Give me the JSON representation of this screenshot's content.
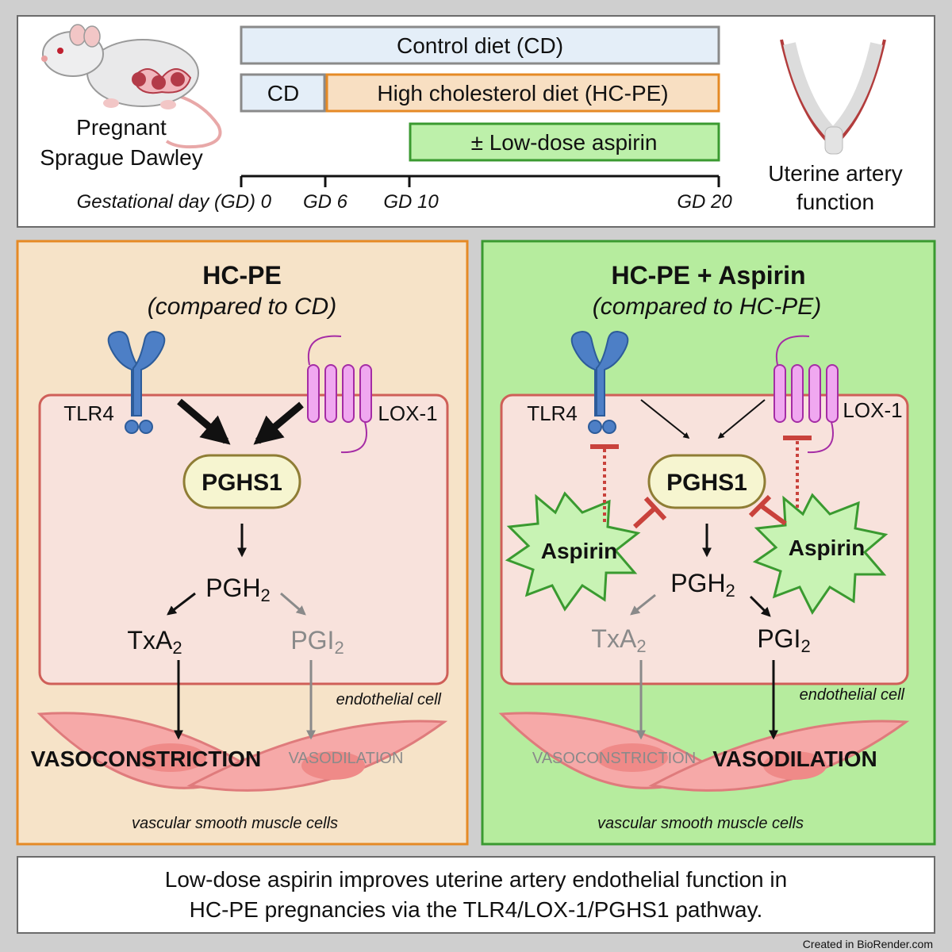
{
  "timeline": {
    "animal_line1": "Pregnant",
    "animal_line2": "Sprague Dawley",
    "bars": {
      "control": "Control diet (CD)",
      "cd": "CD",
      "hc": "High cholesterol diet (HC-PE)",
      "aspirin": "± Low-dose aspirin"
    },
    "axis": {
      "gd0": "Gestational day (GD) 0",
      "gd6": "GD 6",
      "gd10": "GD 10",
      "gd20": "GD 20"
    },
    "outcome_line1": "Uterine artery",
    "outcome_line2": "function"
  },
  "left_panel": {
    "title": "HC-PE",
    "subtitle": "(compared to CD)",
    "tlr4": "TLR4",
    "lox1": "LOX-1",
    "enzyme": "PGHS1",
    "pgh2": "PGH",
    "pgh2_sub": "2",
    "txa2": "TxA",
    "txa2_sub": "2",
    "pgi2": "PGI",
    "pgi2_sub": "2",
    "cell_label": "endothelial cell",
    "effect_strong": "VASOCONSTRICTION",
    "effect_weak": "VASODILATION",
    "muscle_label": "vascular smooth muscle cells"
  },
  "right_panel": {
    "title": "HC-PE + Aspirin",
    "subtitle": "(compared to HC-PE)",
    "tlr4": "TLR4",
    "lox1": "LOX-1",
    "enzyme": "PGHS1",
    "aspirin_left": "Aspirin",
    "aspirin_right": "Aspirin",
    "pgh2": "PGH",
    "pgh2_sub": "2",
    "txa2": "TxA",
    "txa2_sub": "2",
    "pgi2": "PGI",
    "pgi2_sub": "2",
    "cell_label": "endothelial cell",
    "effect_weak": "VASOCONSTRICTION",
    "effect_strong": "VASODILATION",
    "muscle_label": "vascular smooth muscle cells"
  },
  "conclusion": {
    "line1": "Low-dose aspirin improves uterine artery endothelial function in",
    "line2": "HC-PE pregnancies via the TLR4/LOX-1/PGHS1 pathway."
  },
  "credit": "Created in BioRender.com",
  "colors": {
    "control_bar": "#e4eef8",
    "hc_bar": "#f8dfc2",
    "hc_border": "#e58a25",
    "aspirin_bar": "#bdf0aa",
    "aspirin_border": "#3a9a30",
    "left_panel_bg": "#f6e3c8",
    "right_panel_bg": "#b6ec9e",
    "cell_bg": "#f8e2dc",
    "cell_border": "#cf5f58",
    "enzyme_bg": "#f6f5d0",
    "receptor_blue": "#4d7fc6",
    "receptor_pink": "#f0a8f0",
    "inhibition_red": "#c9423c"
  }
}
